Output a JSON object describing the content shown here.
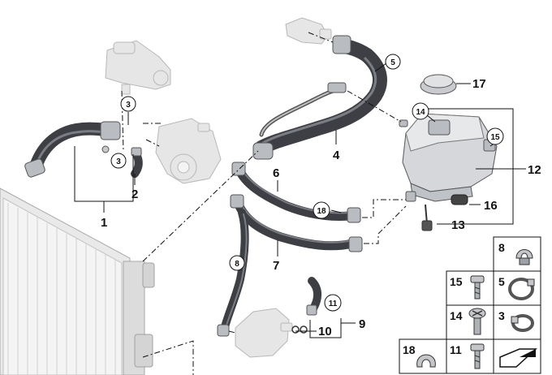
{
  "callouts": [
    {
      "label": "1"
    },
    {
      "label": "2"
    },
    {
      "label": "3"
    },
    {
      "label": "3"
    },
    {
      "label": "4"
    },
    {
      "label": "5"
    },
    {
      "label": "6"
    },
    {
      "label": "7"
    },
    {
      "label": "8"
    },
    {
      "label": "9"
    },
    {
      "label": "10"
    },
    {
      "label": "11"
    },
    {
      "label": "12"
    },
    {
      "label": "13"
    },
    {
      "label": "14"
    },
    {
      "label": "15"
    },
    {
      "label": "16"
    },
    {
      "label": "17"
    },
    {
      "label": "18"
    }
  ],
  "parts_grid": [
    {
      "label": "8"
    },
    {
      "label": "15"
    },
    {
      "label": "5"
    },
    {
      "label": "14"
    },
    {
      "label": "3"
    },
    {
      "label": "18"
    },
    {
      "label": "11"
    }
  ],
  "colors": {
    "hose": "#3d3f44",
    "part_gray": "#b9bcc1",
    "ghost": "#e6e6e6",
    "line": "#111111"
  }
}
